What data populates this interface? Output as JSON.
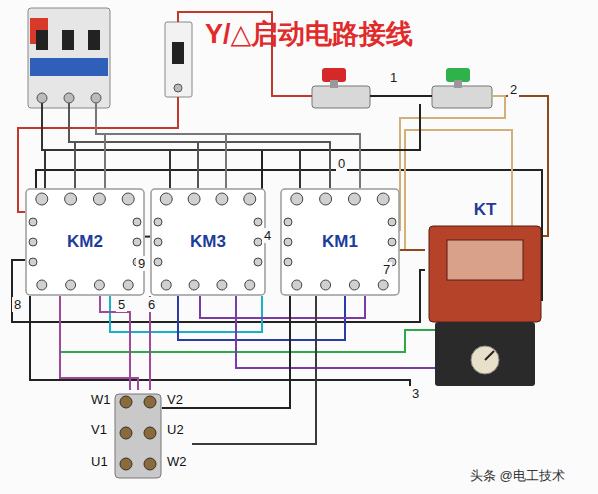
{
  "diagram": {
    "title": "Y/△启动电路接线",
    "nodes": [
      {
        "text": [
          "KM2"
        ]
      },
      {
        "text": [
          "KM3"
        ]
      },
      {
        "text": [
          "KM1"
        ]
      },
      {
        "text": [
          "KT"
        ]
      },
      {
        "text": [
          "W1",
          "V2",
          "V1",
          "U2",
          "U1",
          "W2"
        ]
      }
    ],
    "edges": [
      {
        "from": 0,
        "to": 4,
        "arrow": "none"
      },
      {
        "from": 1,
        "to": 0,
        "arrow": "none"
      },
      {
        "from": 2,
        "to": 4,
        "arrow": "none"
      },
      {
        "from": 2,
        "to": 3,
        "arrow": "none"
      }
    ],
    "labels": [
      "1",
      "2",
      "0",
      "4",
      "9",
      "6",
      "8",
      "5",
      "7",
      "3",
      "头条 @电工技术"
    ]
  }
}
